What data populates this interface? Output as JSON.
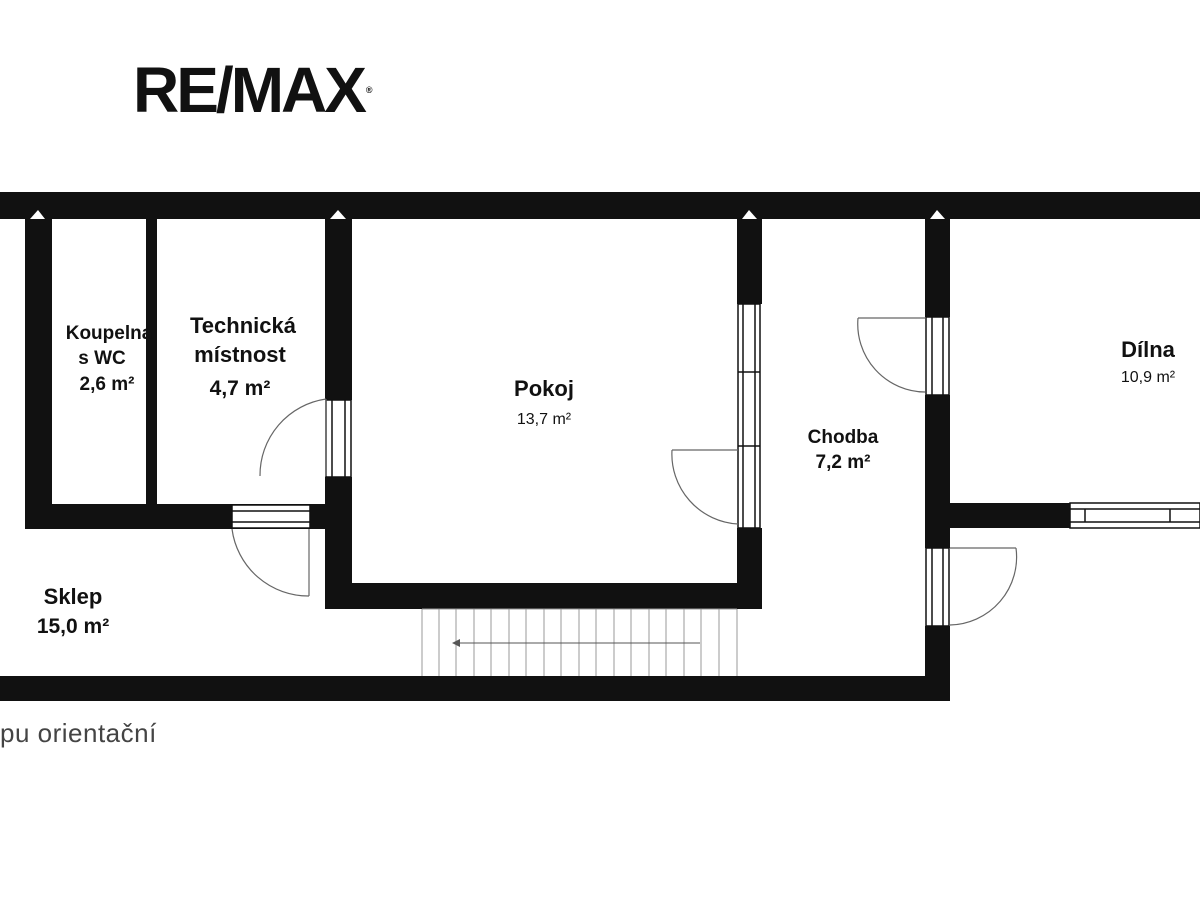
{
  "brand": {
    "name": "RE/MAX",
    "trademark": "®"
  },
  "rooms": [
    {
      "id": "koupelna",
      "name_lines": [
        "Koupelna",
        "s WC"
      ],
      "area": "2,6 m²"
    },
    {
      "id": "technicka",
      "name_lines": [
        "Technická",
        "místnost"
      ],
      "area": "4,7 m²"
    },
    {
      "id": "pokoj",
      "name_lines": [
        "Pokoj"
      ],
      "area": "13,7 m²"
    },
    {
      "id": "chodba",
      "name_lines": [
        "Chodba"
      ],
      "area": "7,2 m²"
    },
    {
      "id": "dilna",
      "name_lines": [
        "Dílna"
      ],
      "area": "10,9 m²"
    },
    {
      "id": "sklep",
      "name_lines": [
        "Sklep"
      ],
      "area": "15,0 m²"
    }
  ],
  "footer": {
    "disclaimer": "pu orientační"
  },
  "colors": {
    "wall": "#111111",
    "door": "#666666",
    "background": "#ffffff"
  }
}
